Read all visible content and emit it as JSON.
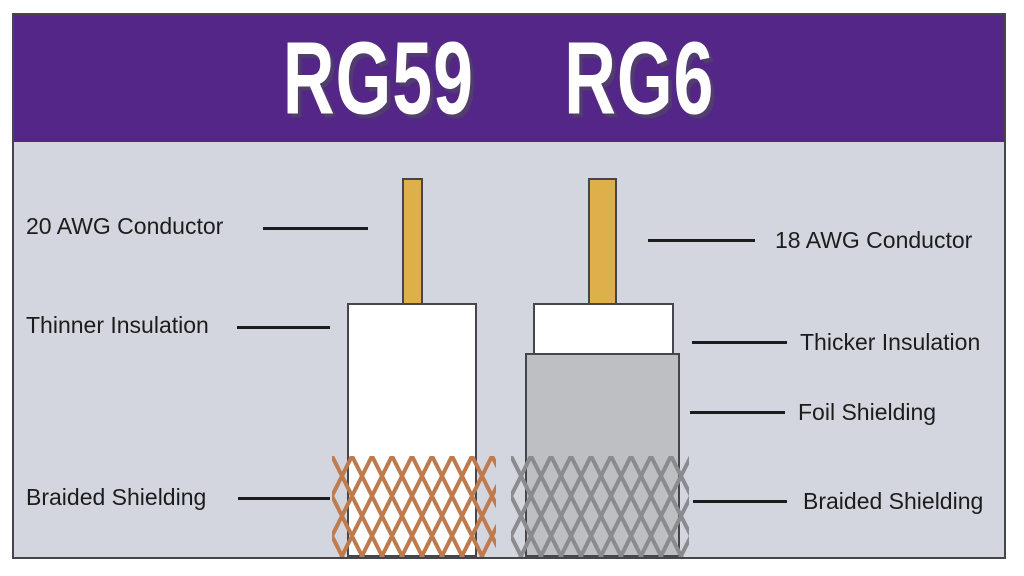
{
  "title": {
    "rg59": "RG59",
    "rg6": "RG6"
  },
  "cables": {
    "left_model": "RG59",
    "right_model": "RG6"
  },
  "labels": {
    "left": [
      {
        "text": "20 AWG Conductor"
      },
      {
        "text": "Thinner Insulation"
      },
      {
        "text": "Braided Shielding"
      }
    ],
    "right": [
      {
        "text": "18 AWG Conductor"
      },
      {
        "text": "Thicker Insulation"
      },
      {
        "text": "Foil Shielding"
      },
      {
        "text": "Braided Shielding"
      }
    ]
  },
  "colors": {
    "banner_purple": "#542687",
    "body_background": "#d3d6de",
    "conductor_gold": "#deb04a",
    "insulation_white": "#ffffff",
    "foil_gray": "#bdbfc2",
    "braid_copper": "#bf7a4e",
    "braid_gray": "#8a8b8e",
    "outline": "#45454c",
    "label_text": "#1c1c1c",
    "title_text": "#ffffff"
  }
}
